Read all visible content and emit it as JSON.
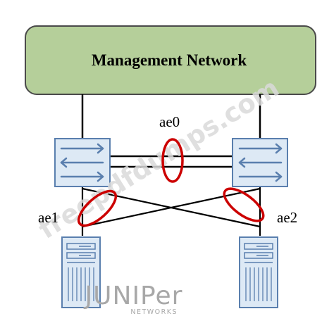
{
  "management_network": {
    "label": "Management Network",
    "fill_color": "#b5cf9a",
    "border_color": "#4a4a4a"
  },
  "links": {
    "ae0": "ae0",
    "ae1": "ae1",
    "ae2": "ae2"
  },
  "colors": {
    "switch_fill": "#dde9f5",
    "switch_arrow": "#5a7fae",
    "server_fill": "#dde9f5",
    "server_stroke": "#5a7fae",
    "link_line": "#000000",
    "lag_ellipse": "#cc0000"
  },
  "watermark": {
    "text": "freepdfdumps.com"
  },
  "logo": {
    "brand": "JUNIPer",
    "sub": "NETWORKS"
  }
}
